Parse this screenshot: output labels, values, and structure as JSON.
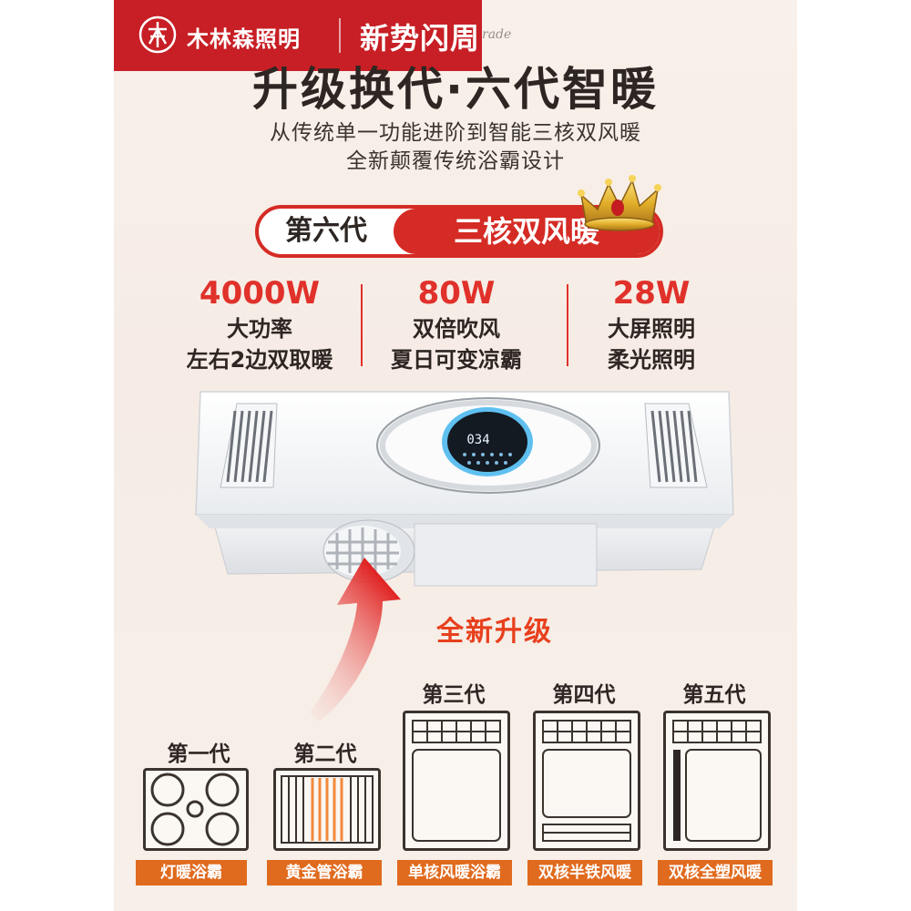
{
  "brand": {
    "name": "木林森照明",
    "slogan": "新势闪周",
    "watermark": "rade"
  },
  "headline": "升级换代·六代智暖",
  "subtitle": [
    "从传统单一功能进阶到智能三核双风暖",
    "全新颠覆传统浴霸设计"
  ],
  "generation_badge": {
    "left": "第六代",
    "right": "三核双风暖"
  },
  "specs": [
    {
      "value": "4000W",
      "lines": [
        "大功率",
        "左右2边双取暖"
      ]
    },
    {
      "value": "80W",
      "lines": [
        "双倍吹风",
        "夏日可变凉霸"
      ]
    },
    {
      "value": "28W",
      "lines": [
        "大屏照明",
        "柔光照明"
      ]
    }
  ],
  "display_readout": "034",
  "upgrade_label": "全新升级",
  "generations": [
    {
      "title": "第一代",
      "label": "灯暖浴霸"
    },
    {
      "title": "第二代",
      "label": "黄金管浴霸"
    },
    {
      "title": "第三代",
      "label": "单核风暖浴霸"
    },
    {
      "title": "第四代",
      "label": "双核半铁风暖"
    },
    {
      "title": "第五代",
      "label": "双核全塑风暖"
    }
  ],
  "colors": {
    "brand_red": "#c71f25",
    "accent_red": "#e0312a",
    "label_orange": "#e06a1e"
  }
}
